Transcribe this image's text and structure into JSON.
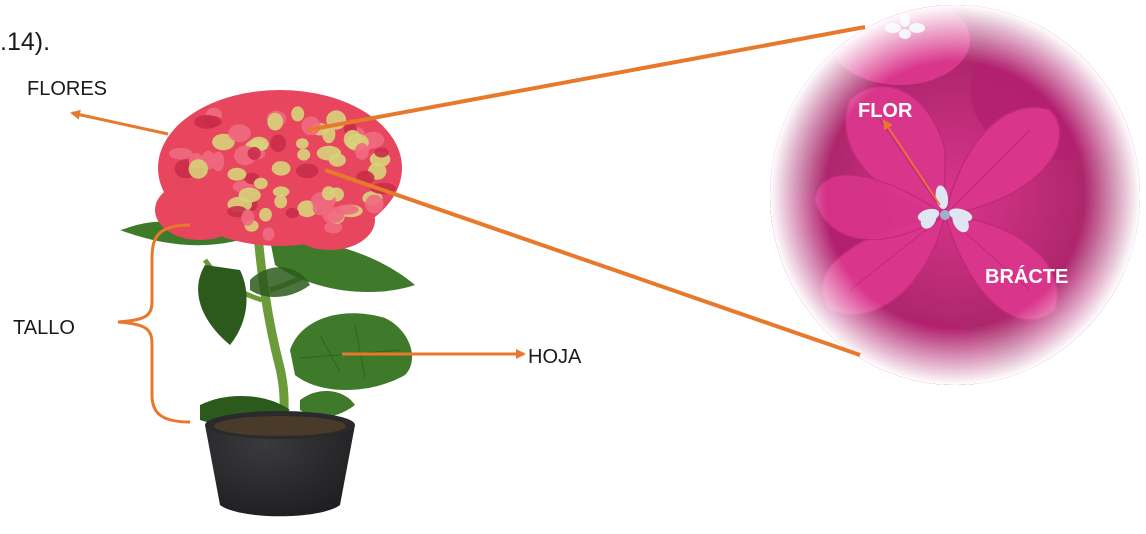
{
  "caption_fragment": ".14).",
  "labels": {
    "flores": "FLORES",
    "tallo": "TALLO",
    "hoja": "HOJA",
    "flor": "FLOR",
    "bracte": "BRÁCTE"
  },
  "colors": {
    "arrow": "#e8782a",
    "petal_pink": "#d9358a",
    "petal_dark": "#b31f6f",
    "flower_red": "#e8455f",
    "flower_green": "#d8d27a",
    "leaf": "#3e7a2a",
    "leaf_dark": "#2b5a1c",
    "stem": "#6a9a3a",
    "pot": "#1d1d1f",
    "stamen": "#dfe6f2"
  },
  "icons": {
    "plant": "hydrangea-plant-illustration",
    "zoom": "magnified-flower-illustration"
  }
}
